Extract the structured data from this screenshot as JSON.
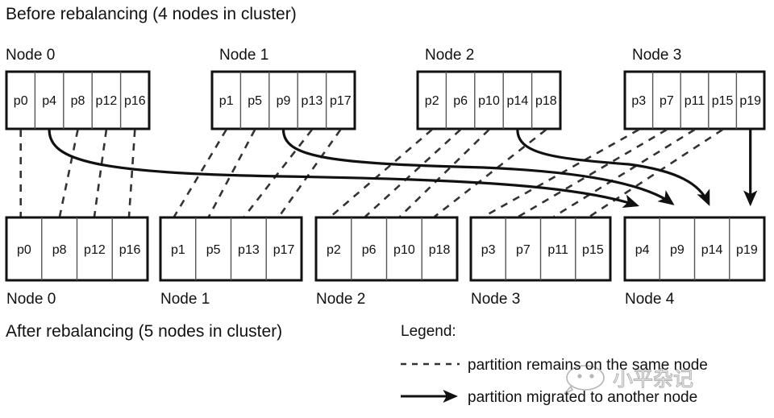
{
  "titles": {
    "before": "Before rebalancing (4 nodes in cluster)",
    "after": "After rebalancing (5 nodes in cluster)"
  },
  "before": {
    "nodes": [
      {
        "label": "Node 0",
        "partitions": [
          "p0",
          "p4",
          "p8",
          "p12",
          "p16"
        ]
      },
      {
        "label": "Node 1",
        "partitions": [
          "p1",
          "p5",
          "p9",
          "p13",
          "p17"
        ]
      },
      {
        "label": "Node 2",
        "partitions": [
          "p2",
          "p6",
          "p10",
          "p14",
          "p18"
        ]
      },
      {
        "label": "Node 3",
        "partitions": [
          "p3",
          "p7",
          "p11",
          "p15",
          "p19"
        ]
      }
    ]
  },
  "after": {
    "nodes": [
      {
        "label": "Node 0",
        "partitions": [
          "p0",
          "p8",
          "p12",
          "p16"
        ]
      },
      {
        "label": "Node 1",
        "partitions": [
          "p1",
          "p5",
          "p13",
          "p17"
        ]
      },
      {
        "label": "Node 2",
        "partitions": [
          "p2",
          "p6",
          "p10",
          "p18"
        ]
      },
      {
        "label": "Node 3",
        "partitions": [
          "p3",
          "p7",
          "p11",
          "p15"
        ]
      },
      {
        "label": "Node 4",
        "partitions": [
          "p4",
          "p9",
          "p14",
          "p19"
        ]
      }
    ]
  },
  "legend": {
    "title": "Legend:",
    "items": [
      {
        "style": "dashed",
        "text": "partition remains on the same node"
      },
      {
        "style": "arrow",
        "text": "partition migrated to another node"
      }
    ]
  },
  "watermark": {
    "text": "小平杂记",
    "icon": "wechat-bubble-icon"
  },
  "colors": {
    "stroke": "#111111",
    "dashed": "#333333",
    "background": "#ffffff",
    "cell_divider": "#555555"
  }
}
